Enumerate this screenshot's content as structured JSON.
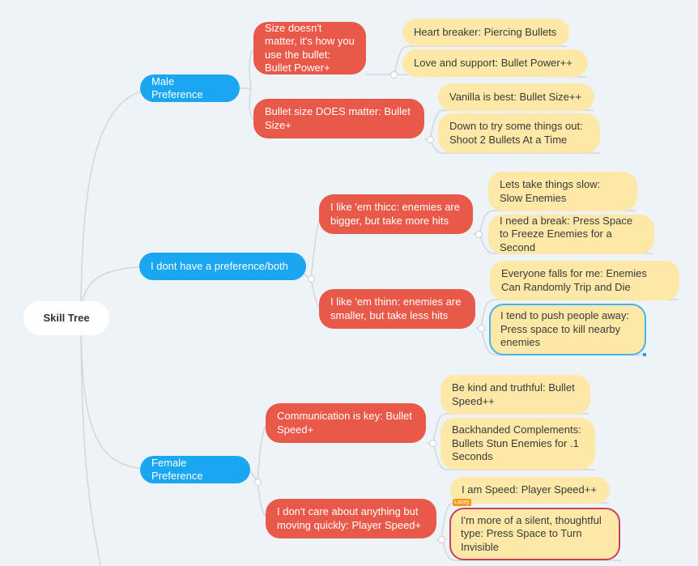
{
  "root": {
    "label": "Skill Tree"
  },
  "branches": {
    "male": {
      "label": "Male Preference",
      "children": [
        {
          "label": "Size doesn't matter, it's how you use the bullet: Bullet Power+",
          "leaves": [
            "Heart breaker: Piercing Bullets",
            "Love and support: Bullet Power++"
          ]
        },
        {
          "label": "Bullet size DOES matter: Bullet Size+",
          "leaves": [
            "Vanilla is best: Bullet Size++",
            "Down to try some things out: Shoot 2 Bullets At a Time"
          ]
        }
      ]
    },
    "both": {
      "label": "I dont have a preference/both",
      "children": [
        {
          "label": "I like 'em thicc: enemies are bigger, but take more hits",
          "leaves": [
            "Lets take things slow: Slow Enemies",
            "I need a break: Press Space to Freeze Enemies for a Second"
          ]
        },
        {
          "label": "I like 'em thinn: enemies are smaller, but take less hits",
          "leaves": [
            "Everyone falls for me: Enemies Can Randomly Trip and Die",
            "I tend to push people away: Press space to kill nearby enemies"
          ]
        }
      ]
    },
    "female": {
      "label": "Female Preference",
      "children": [
        {
          "label": "Communication is key: Bullet Speed+",
          "leaves": [
            "Be kind and truthful: Bullet Speed++",
            "Backhanded Complements: Bullets Stun Enemies for .1 Seconds"
          ]
        },
        {
          "label": "I don't care about anything but moving quickly: Player Speed+",
          "leaves": [
            "I am Speed: Player Speed++",
            "I'm more of a silent, thoughtful type: Press Space to Turn Invisible"
          ]
        }
      ]
    }
  },
  "badge": {
    "label": "Lacey"
  },
  "colors": {
    "background": "#eef3f7",
    "branch": "#1aa6f0",
    "subtopic": "#e8594a",
    "leaf": "#fde8a8",
    "selected_border": "#44b3ee",
    "highlight_border": "#c8405a",
    "badge": "#f39c12",
    "connector": "#d3d8dd"
  }
}
